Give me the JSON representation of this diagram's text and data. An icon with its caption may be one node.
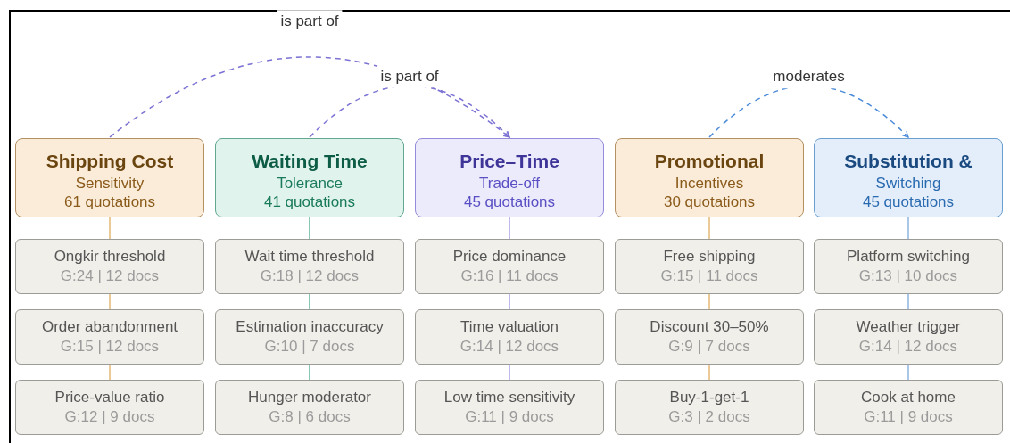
{
  "diagram": {
    "nodes": [
      {
        "text": [
          "Shipping Cost",
          "Sensitivity",
          "61 quotations"
        ]
      },
      {
        "text": [
          "Ongkir threshold",
          "G:24 | 12 docs"
        ]
      },
      {
        "text": [
          "Order abandonment",
          "G:15 | 12 docs"
        ]
      },
      {
        "text": [
          "Price-value ratio",
          "G:12 | 9 docs"
        ]
      },
      {
        "text": [
          "Waiting Time",
          "Tolerance",
          "41 quotations"
        ]
      },
      {
        "text": [
          "Wait time threshold",
          "G:18 | 12 docs"
        ]
      },
      {
        "text": [
          "Estimation inaccuracy",
          "G:10 | 7 docs"
        ]
      },
      {
        "text": [
          "Hunger moderator",
          "G:8 | 6 docs"
        ]
      },
      {
        "text": [
          "Price–Time",
          "Trade-off",
          "45 quotations"
        ]
      },
      {
        "text": [
          "Price dominance",
          "G:16 | 11 docs"
        ]
      },
      {
        "text": [
          "Time valuation",
          "G:14 | 12 docs"
        ]
      },
      {
        "text": [
          "Low time sensitivity",
          "G:11 | 9 docs"
        ]
      },
      {
        "text": [
          "Promotional",
          "Incentives",
          "30 quotations"
        ]
      },
      {
        "text": [
          "Free shipping",
          "G:15 | 11 docs"
        ]
      },
      {
        "text": [
          "Discount 30–50%",
          "G:9 | 7 docs"
        ]
      },
      {
        "text": [
          "Buy-1-get-1",
          "G:3 | 2 docs"
        ]
      },
      {
        "text": [
          "Substitution &",
          "Switching",
          "45 quotations"
        ]
      },
      {
        "text": [
          "Platform switching",
          "G:13 | 10 docs"
        ]
      },
      {
        "text": [
          "Weather trigger",
          "G:14 | 12 docs"
        ]
      },
      {
        "text": [
          "Cook at home",
          "G:11 | 9 docs"
        ]
      }
    ],
    "edges": [
      {
        "from": 0,
        "to": 8,
        "arrow": "to",
        "label": "is part of",
        "style": "dashed",
        "color": "#7b72d4"
      },
      {
        "from": 4,
        "to": 8,
        "arrow": "to",
        "label": "is part of",
        "style": "dashed",
        "color": "#7b72d4"
      },
      {
        "from": 12,
        "to": 16,
        "arrow": "to",
        "label": "moderates",
        "style": "dashed",
        "color": "#4a8ad8"
      },
      {
        "from": 0,
        "to": 1,
        "arrow": "none",
        "color": "#e6b974"
      },
      {
        "from": 1,
        "to": 2,
        "arrow": "none",
        "color": "#e6b974"
      },
      {
        "from": 2,
        "to": 3,
        "arrow": "none",
        "color": "#e6b974"
      },
      {
        "from": 4,
        "to": 5,
        "arrow": "none",
        "color": "#5fb59a"
      },
      {
        "from": 5,
        "to": 6,
        "arrow": "none",
        "color": "#5fb59a"
      },
      {
        "from": 6,
        "to": 7,
        "arrow": "none",
        "color": "#5fb59a"
      },
      {
        "from": 8,
        "to": 9,
        "arrow": "none",
        "color": "#aaa3e8"
      },
      {
        "from": 9,
        "to": 10,
        "arrow": "none",
        "color": "#aaa3e8"
      },
      {
        "from": 10,
        "to": 11,
        "arrow": "none",
        "color": "#aaa3e8"
      },
      {
        "from": 12,
        "to": 13,
        "arrow": "none",
        "color": "#e6b974"
      },
      {
        "from": 13,
        "to": 14,
        "arrow": "none",
        "color": "#e6b974"
      },
      {
        "from": 14,
        "to": 15,
        "arrow": "none",
        "color": "#e6b974"
      },
      {
        "from": 16,
        "to": 17,
        "arrow": "none",
        "color": "#8cb4e0"
      },
      {
        "from": 17,
        "to": 18,
        "arrow": "none",
        "color": "#8cb4e0"
      },
      {
        "from": 18,
        "to": 19,
        "arrow": "none",
        "color": "#8cb4e0"
      }
    ]
  }
}
